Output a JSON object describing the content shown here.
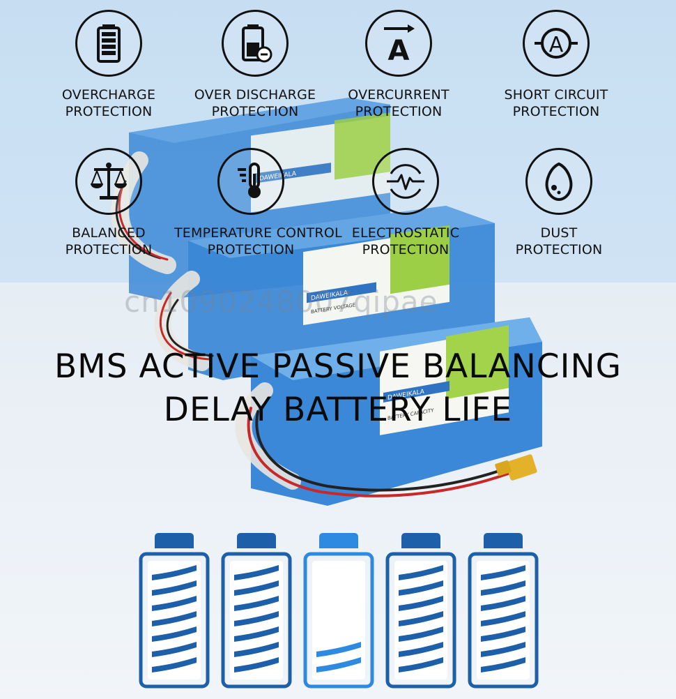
{
  "features": [
    {
      "icon": "battery-full-icon",
      "line1": "OVERCHARGE",
      "line2": "PROTECTION"
    },
    {
      "icon": "battery-minus-icon",
      "line1": "OVER DISCHARGE",
      "line2": "PROTECTION"
    },
    {
      "icon": "ammeter-arrow-icon",
      "line1": "OVERCURRENT",
      "line2": "PROTECTION"
    },
    {
      "icon": "ammeter-circuit-icon",
      "line1": "SHORT CIRCUIT",
      "line2": "PROTECTION"
    },
    {
      "icon": "balance-scale-icon",
      "line1": "BALANCED",
      "line2": "PROTECTION"
    },
    {
      "icon": "thermometer-icon",
      "line1": "TEMPERATURE CONTROL",
      "line2": "PROTECTION"
    },
    {
      "icon": "pulse-icon",
      "line1": "ELECTROSTATIC",
      "line2": "PROTECTION"
    },
    {
      "icon": "droplet-icon",
      "line1": "DUST",
      "line2": "PROTECTION"
    }
  ],
  "watermark": "cn1090248007qipae",
  "headline": {
    "line1": "BMS ACTIVE PASSIVE BALANCING",
    "line2": "DELAY BATTERY LIFE"
  },
  "battery_label": {
    "brand": "DAWEIKALA",
    "voltage_title": "BATTERY VOLTAGE",
    "capacity_title": "BATTERY CAPACITY"
  },
  "battery_meters": [
    {
      "level": 1.0,
      "highlight": false
    },
    {
      "level": 1.0,
      "highlight": false
    },
    {
      "level": 0.25,
      "highlight": true
    },
    {
      "level": 1.0,
      "highlight": false
    },
    {
      "level": 1.0,
      "highlight": false
    }
  ],
  "colors": {
    "meter_dark": "#1d5fa8",
    "meter_light": "#2d8ae0",
    "pack_blue": "#3d86d4"
  }
}
